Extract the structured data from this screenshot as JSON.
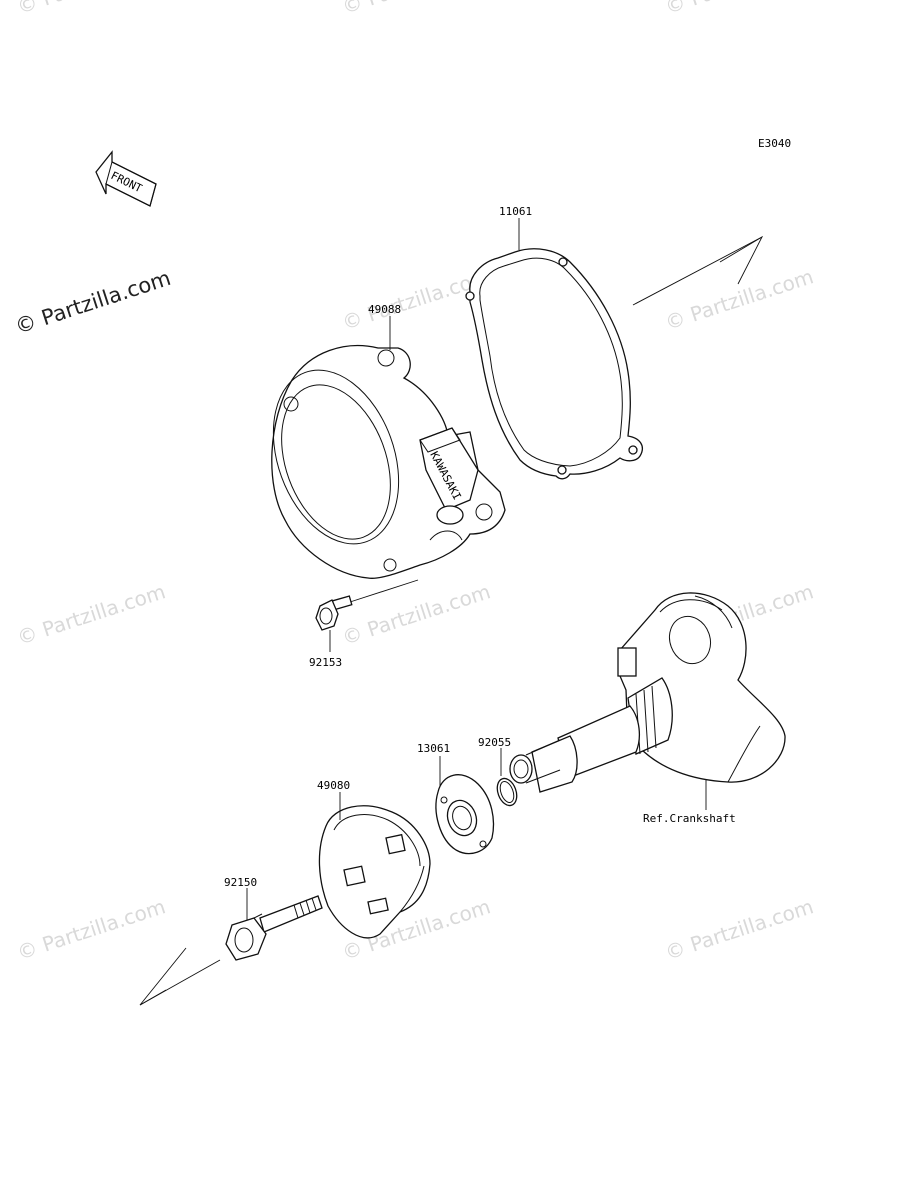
{
  "diagram_code": "E3040",
  "front_marker": "FRONT",
  "copyright_logo": "© Partzilla.com",
  "watermark": "© Partzilla.com",
  "cover_marking": "KAWASAKI",
  "callouts": {
    "p11061": "11061",
    "p49088": "49088",
    "p92153": "92153",
    "p13061": "13061",
    "p92055": "92055",
    "p49080": "49080",
    "p92150": "92150",
    "ref_crankshaft": "Ref.Crankshaft"
  }
}
